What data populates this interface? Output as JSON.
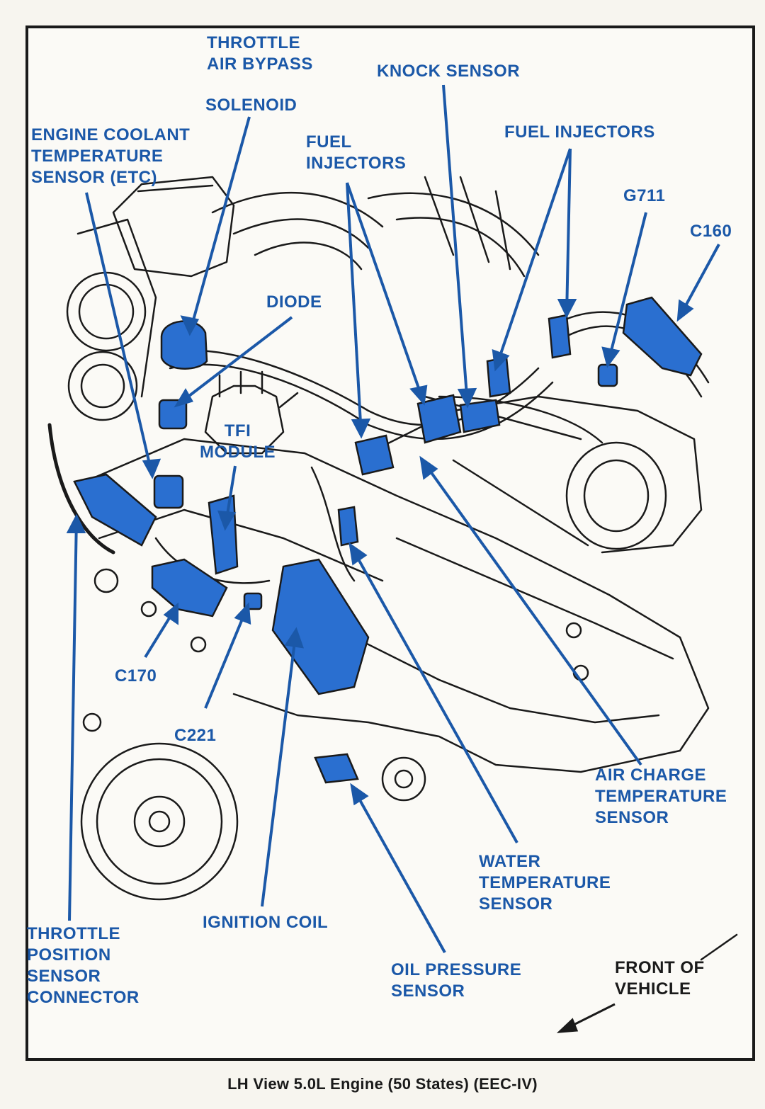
{
  "labels": {
    "throttle_air_bypass": [
      "THROTTLE",
      "AIR BYPASS"
    ],
    "solenoid": "SOLENOID",
    "knock_sensor": "KNOCK SENSOR",
    "engine_coolant": [
      "ENGINE COOLANT",
      "TEMPERATURE",
      "SENSOR (ETC)"
    ],
    "fuel_injectors_left": [
      "FUEL",
      "INJECTORS"
    ],
    "fuel_injectors_right": "FUEL INJECTORS",
    "g711": "G711",
    "c160": "C160",
    "diode": "DIODE",
    "tfi_module": [
      "TFI",
      "MODULE"
    ],
    "c170": "C170",
    "c221": "C221",
    "air_charge": [
      "AIR CHARGE",
      "TEMPERATURE",
      "SENSOR"
    ],
    "water_temp": [
      "WATER",
      "TEMPERATURE",
      "SENSOR"
    ],
    "ignition_coil": "IGNITION COIL",
    "throttle_position": [
      "THROTTLE",
      "POSITION",
      "SENSOR",
      "CONNECTOR"
    ],
    "oil_pressure": [
      "OIL PRESSURE",
      "SENSOR"
    ],
    "front_of_vehicle": [
      "FRONT OF",
      "VEHICLE"
    ]
  },
  "caption": "LH View 5.0L Engine (50 States) (EEC-IV)",
  "colors": {
    "label": "#1b58a8",
    "component": "#2a6fd0",
    "line": "#1a1a1a",
    "paper": "#fbfaf6"
  }
}
